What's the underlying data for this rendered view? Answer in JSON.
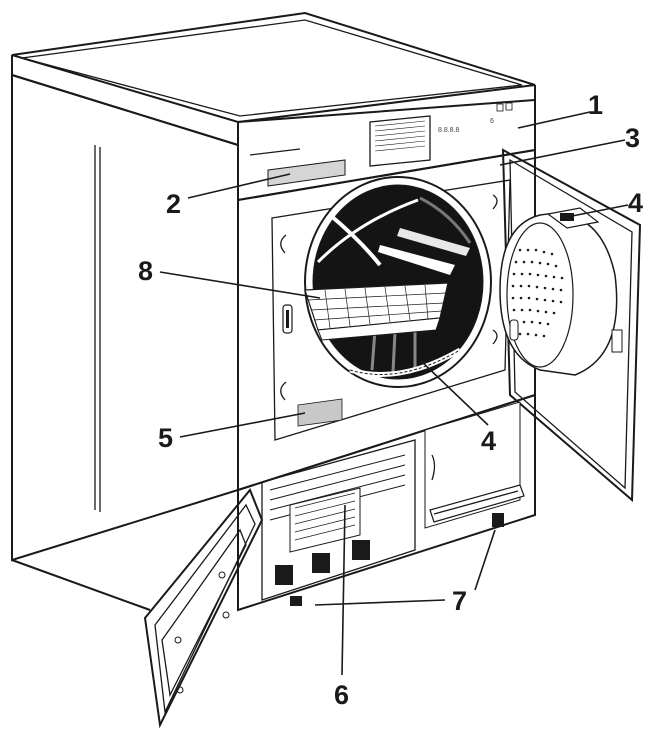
{
  "diagram": {
    "panel_text": {
      "brand": "",
      "display": "8.8.8.8",
      "small": "6"
    },
    "callouts": [
      {
        "id": "callout-1",
        "text": "1"
      },
      {
        "id": "callout-2",
        "text": "2"
      },
      {
        "id": "callout-3",
        "text": "3"
      },
      {
        "id": "callout-4-top",
        "text": "4"
      },
      {
        "id": "callout-4-bottom",
        "text": "4"
      },
      {
        "id": "callout-5",
        "text": "5"
      },
      {
        "id": "callout-6",
        "text": "6"
      },
      {
        "id": "callout-7",
        "text": "7"
      },
      {
        "id": "callout-8",
        "text": "8"
      }
    ]
  },
  "colors": {
    "line": "#1a1a1a",
    "panel_shade": "#cfcfcf",
    "drum_dark": "#111111",
    "label_plate": "#bdbdbd"
  }
}
